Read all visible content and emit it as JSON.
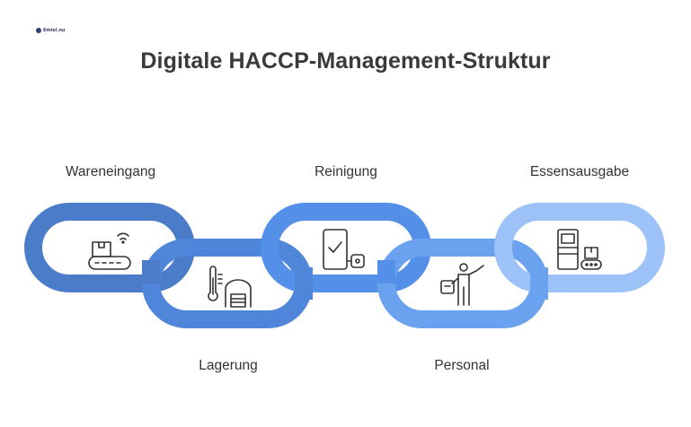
{
  "logo": {
    "text": "Emiel.nu",
    "name": "company-logo"
  },
  "title": "Digitale HACCP-Management-Struktur",
  "steps": [
    {
      "label": "Wareneingang",
      "icon": "conveyor-box-wifi-icon",
      "color": "#4a7cc9"
    },
    {
      "label": "Lagerung",
      "icon": "thermometer-warehouse-icon",
      "color": "#4f86d9"
    },
    {
      "label": "Reinigung",
      "icon": "tablet-checklist-icon",
      "color": "#5590e8"
    },
    {
      "label": "Personal",
      "icon": "person-clipboard-icon",
      "color": "#6aa2f0"
    },
    {
      "label": "Essensausgabe",
      "icon": "kiosk-box-conveyor-icon",
      "color": "#9cc2f8"
    }
  ]
}
